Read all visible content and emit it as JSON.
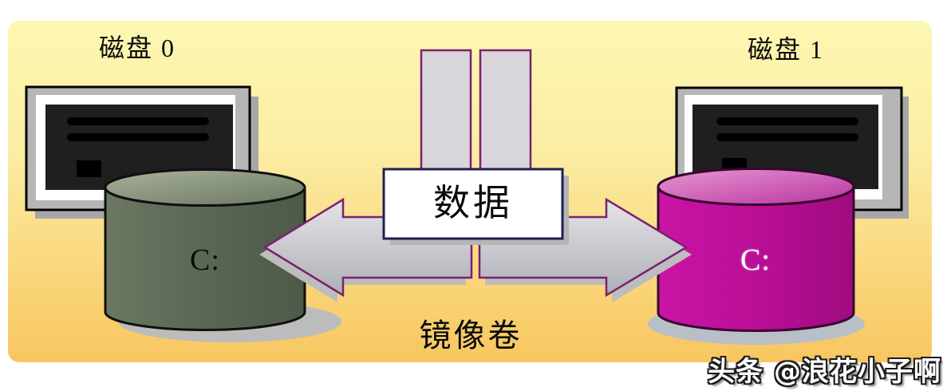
{
  "background": {
    "panel_top_color": "#fcf7b2",
    "panel_bottom_color": "#f8c660"
  },
  "disks": [
    {
      "label": "磁盘 0",
      "drive_letter": "C:",
      "cylinder_color": "#5a6753"
    },
    {
      "label": "磁盘 1",
      "drive_letter": "C:",
      "cylinder_color": "#b80e95"
    }
  ],
  "center": {
    "data_label": "数据",
    "arrow_outline_color": "#7b2070",
    "arrow_fill_color": "#c9c9cf"
  },
  "caption": {
    "mirror_volume_label": "镜像卷"
  },
  "watermark": {
    "text": "头条 @浪花小子啊"
  }
}
